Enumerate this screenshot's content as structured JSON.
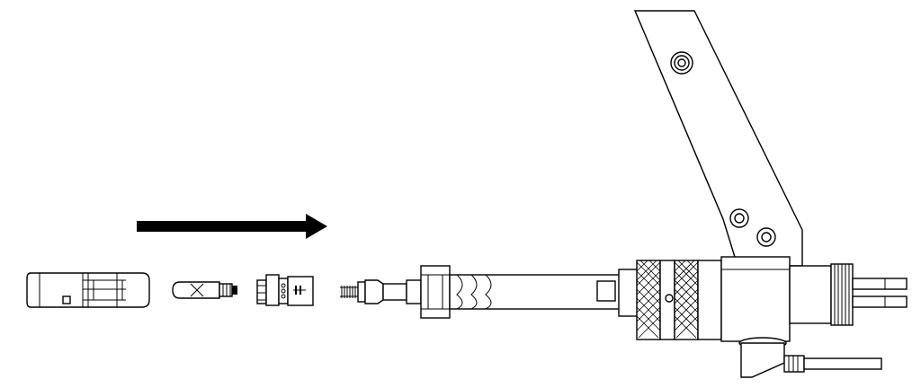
{
  "diagram": {
    "description_type": "exploded assembly view",
    "arrow_direction": "right",
    "line_color": "#000000",
    "background_color": "#ffffff",
    "parts": [
      "sleeve-part",
      "pin-part",
      "ferrule-part",
      "probe-part",
      "connector-housing",
      "support-arm",
      "cable"
    ]
  }
}
